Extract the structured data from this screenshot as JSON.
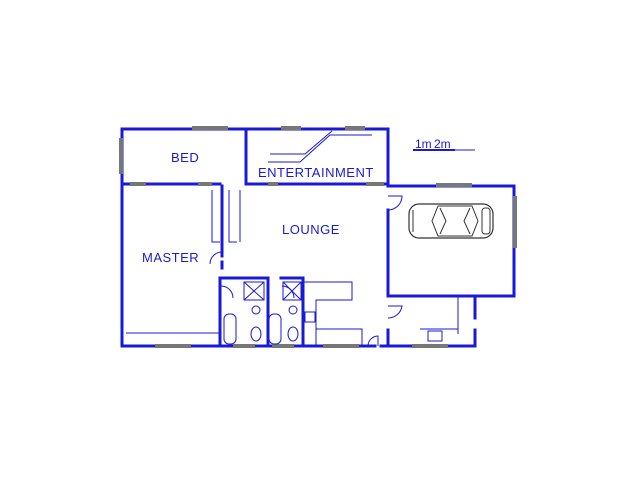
{
  "rooms": {
    "bed": "BED",
    "entertainment": "ENTERTAINMENT",
    "lounge": "LOUNGE",
    "master": "MASTER"
  },
  "scale": {
    "label_1": "1m",
    "label_2": "2m"
  },
  "colors": {
    "wall": "#1a1ad6",
    "window": "#777777"
  }
}
